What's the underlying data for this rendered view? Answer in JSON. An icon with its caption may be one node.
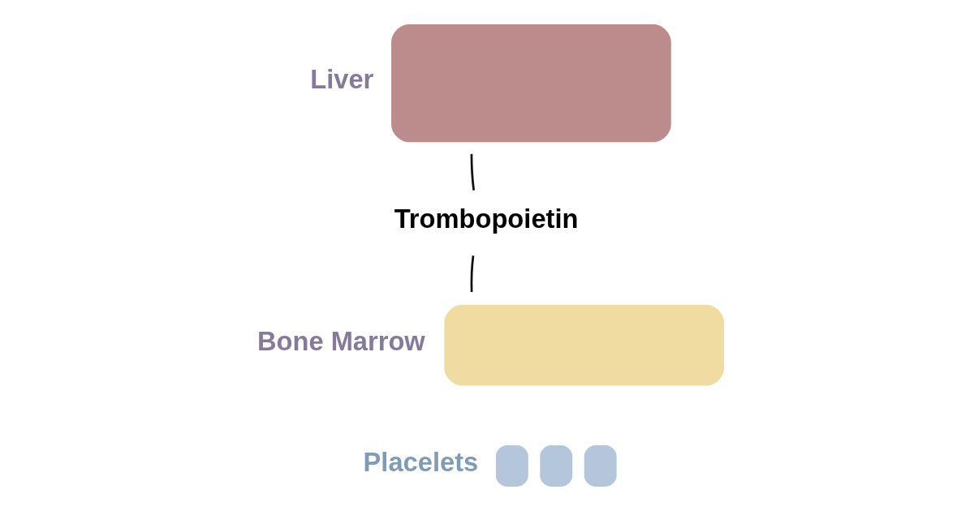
{
  "diagram": {
    "nodes": [
      {
        "text": [
          "Liver"
        ]
      },
      {
        "text": [
          "Trombopoietin"
        ]
      },
      {
        "text": [
          "Bone Marrow"
        ]
      },
      {
        "text": [
          "Placelets"
        ]
      }
    ],
    "edges": [
      {
        "from": 0,
        "to": 1,
        "arrow": "none"
      },
      {
        "from": 1,
        "to": 2,
        "arrow": "none"
      }
    ]
  }
}
